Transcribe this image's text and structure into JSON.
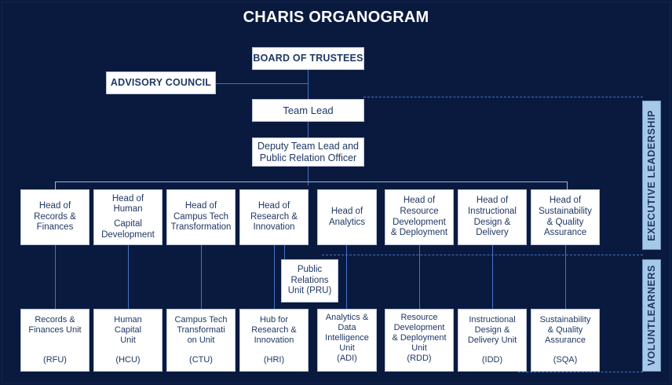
{
  "page": {
    "title": "CHARIS ORGANOGRAM",
    "background_color": "#0a1a3f",
    "box_fill": "#ffffff",
    "box_text_color": "#1f3864",
    "connector_color": "#4472c4",
    "sidebar_fill": "#a6c9e8"
  },
  "top": {
    "board": "BOARD OF TRUSTEES",
    "advisory": "ADVISORY COUNCIL",
    "team_lead": "Team Lead",
    "deputy_line1": "Deputy Team Lead and",
    "deputy_line2": "Public Relation Officer"
  },
  "pru": {
    "line1": "Public",
    "line2": "Relations",
    "line3": "Unit (PRU)"
  },
  "heads": [
    {
      "lines": [
        "Head of",
        "Records &",
        "Finances"
      ]
    },
    {
      "lines": [
        "Head of",
        "Human",
        "",
        "Capital",
        "Development"
      ]
    },
    {
      "lines": [
        "Head of",
        "Campus Tech",
        "Transformation"
      ]
    },
    {
      "lines": [
        "Head of",
        "Research &",
        "Innovation"
      ]
    },
    {
      "lines": [
        "Head of",
        "Analytics"
      ]
    },
    {
      "lines": [
        "Head of",
        "Resource",
        "Development",
        "& Deployment"
      ]
    },
    {
      "lines": [
        "Head of",
        "Instructional",
        "Design &",
        "Delivery"
      ]
    },
    {
      "lines": [
        "Head of",
        "Sustainability",
        "& Quality",
        "Assurance"
      ]
    }
  ],
  "units": [
    {
      "lines": [
        "Records &",
        "Finances Unit"
      ],
      "code": "(RFU)"
    },
    {
      "lines": [
        "Human",
        "Capital",
        "Unit"
      ],
      "code": "(HCU)"
    },
    {
      "lines": [
        "Campus Tech",
        "Transformati",
        "on Unit"
      ],
      "code": "(CTU)"
    },
    {
      "lines": [
        "Hub for",
        "Research &",
        "Innovation"
      ],
      "code": "(HRI)"
    },
    {
      "lines": [
        "Analytics &",
        "Data",
        "Intelligence",
        "Unit"
      ],
      "code": "(ADI)"
    },
    {
      "lines": [
        "Resource",
        "Development",
        "& Deployment",
        "Unit"
      ],
      "code": "(RDD)"
    },
    {
      "lines": [
        "Instructional",
        "Design &",
        "Delivery Unit"
      ],
      "code": "(IDD)"
    },
    {
      "lines": [
        "Sustainability",
        "& Quality",
        "Assurance"
      ],
      "code": "(SQA)"
    }
  ],
  "sidebars": {
    "executive": "EXECUTIVE LEADERSHIP",
    "volunteers": "VOLUNTLEARNERS"
  }
}
